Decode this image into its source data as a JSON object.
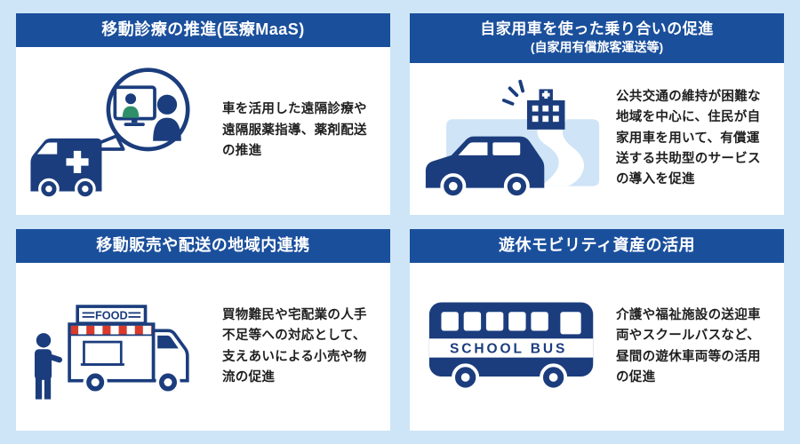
{
  "page": {
    "background": "#cde5f6",
    "header_color": "#1a4f9c",
    "icon_color": "#1b3d7d",
    "awning_red": "#d93a2b"
  },
  "cards": [
    {
      "title": "移動診療の推進(医療MaaS)",
      "description": "車を活用した遠隔診療や遠隔服薬指導、薬剤配送の推進",
      "icon": "ambulance-telemedicine-icon"
    },
    {
      "title": "自家用車を使った乗り合いの促進",
      "subtitle": "(自家用有償旅客運送等)",
      "description": "公共交通の維持が困難な地域を中心に、住民が自家用車を用いて、有償運送する共助型のサービスの導入を促進",
      "icon": "rideshare-car-icon"
    },
    {
      "title": "移動販売や配送の地域内連携",
      "description": "買物難民や宅配業の人手不足等への対応として、支えあいによる小売や物流の促進",
      "icon": "food-truck-icon",
      "sign": "FOOD"
    },
    {
      "title": "遊休モビリティ資産の活用",
      "description": "介護や福祉施設の送迎車両やスクールバスなど、昼間の遊休車両等の活用の促進",
      "icon": "school-bus-icon",
      "sign": "SCHOOL BUS"
    }
  ]
}
